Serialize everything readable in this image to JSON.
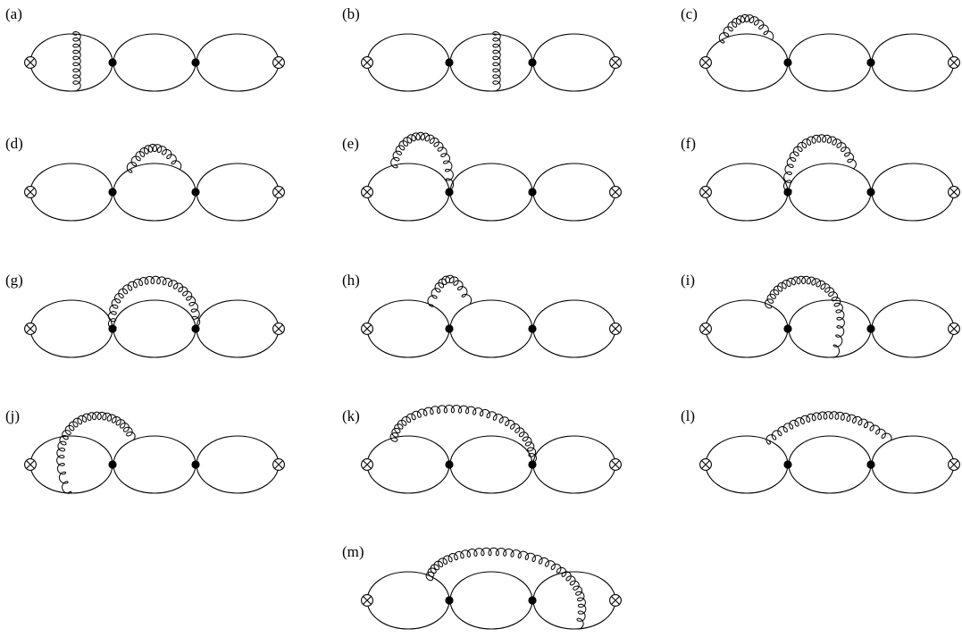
{
  "style": {
    "ink": "#000000",
    "background": "#ffffff"
  },
  "diagrams": [
    {
      "label": "(a)",
      "gluon": {
        "type": "rung",
        "loop": 0
      }
    },
    {
      "label": "(b)",
      "gluon": {
        "type": "rung",
        "loop": 1
      }
    },
    {
      "label": "(c)",
      "gluon": {
        "type": "self",
        "loop": 0
      }
    },
    {
      "label": "(d)",
      "gluon": {
        "type": "self",
        "loop": 1
      }
    },
    {
      "label": "(e)",
      "gluon": {
        "type": "arc-to-vertex",
        "from_loop": 0,
        "vertex": 1
      }
    },
    {
      "label": "(f)",
      "gluon": {
        "type": "vertex-to-arc",
        "vertex": 1,
        "to_loop": 1
      }
    },
    {
      "label": "(g)",
      "gluon": {
        "type": "vertex-to-vertex",
        "vertex_from": 1,
        "vertex_to": 2
      }
    },
    {
      "label": "(h)",
      "gluon": {
        "type": "top-to-top",
        "from_loop": 0,
        "to_loop": 1
      }
    },
    {
      "label": "(i)",
      "gluon": {
        "type": "top-to-bottom",
        "from_loop": 0,
        "to_loop": 1
      }
    },
    {
      "label": "(j)",
      "gluon": {
        "type": "bottom-to-top",
        "from_loop": 0,
        "to_loop": 1
      }
    },
    {
      "label": "(k)",
      "gluon": {
        "type": "arc-to-vertex",
        "from_loop": 0,
        "vertex": 2
      }
    },
    {
      "label": "(l)",
      "gluon": {
        "type": "top-to-top",
        "from_loop": 0,
        "to_loop": 2
      }
    },
    {
      "label": "(m)",
      "gluon": {
        "type": "top-to-bottom",
        "from_loop": 0,
        "to_loop": 2
      }
    }
  ]
}
